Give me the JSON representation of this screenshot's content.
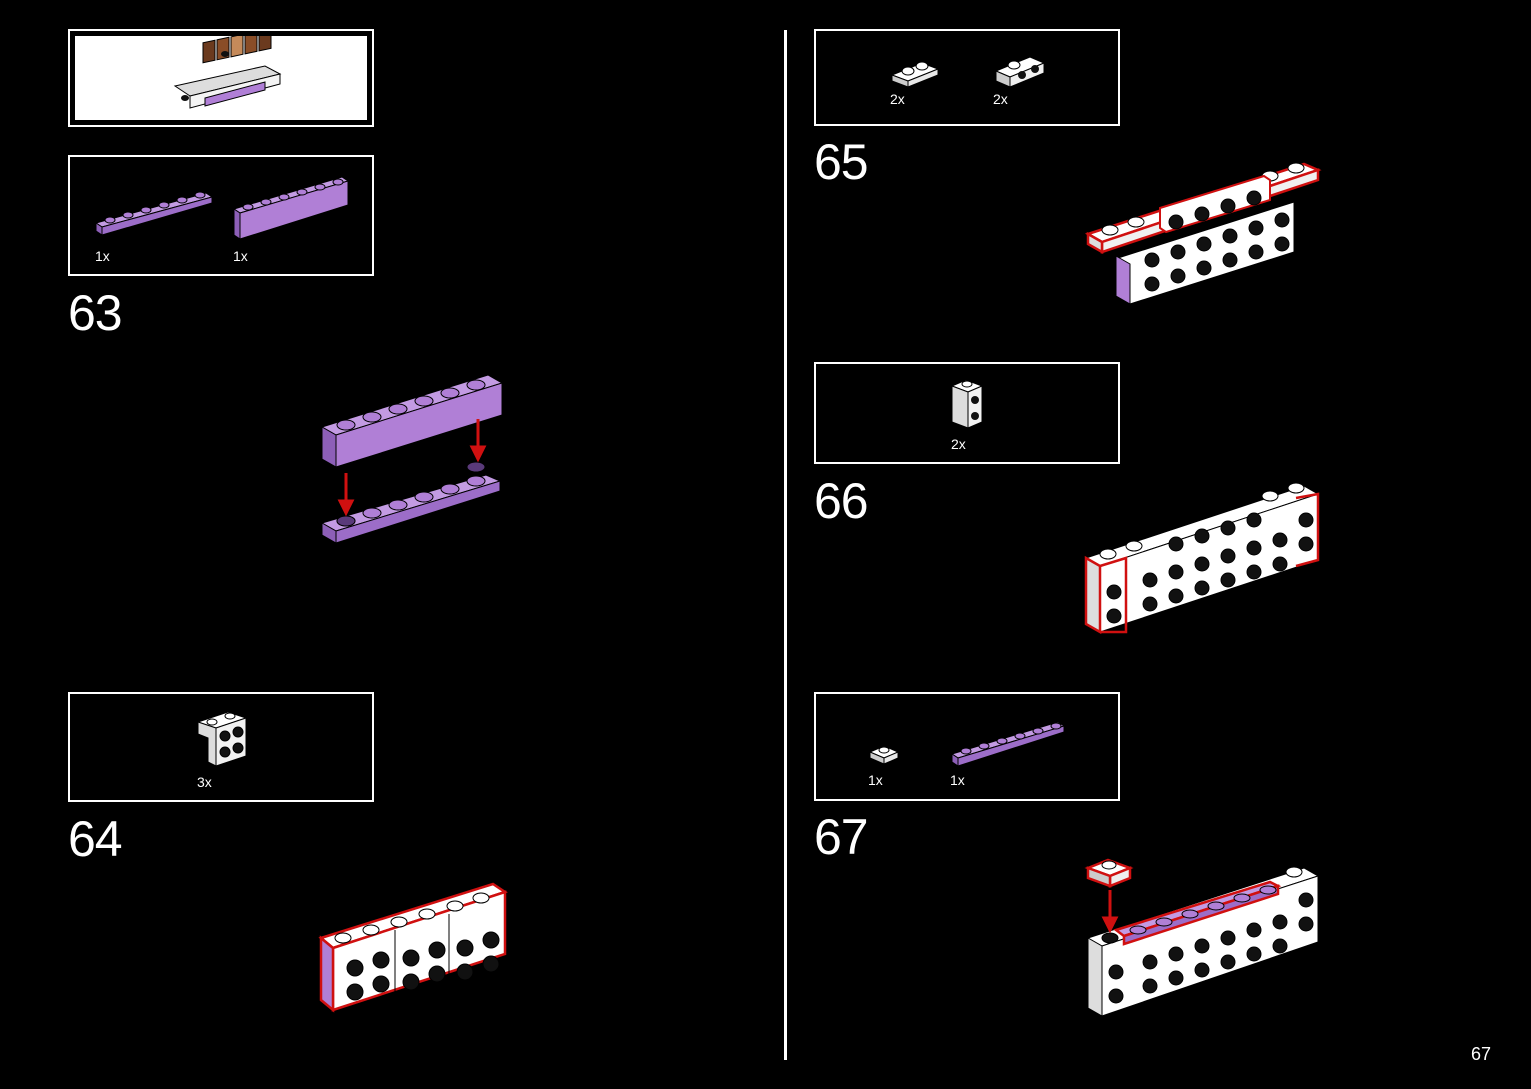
{
  "page_number": "67",
  "colors": {
    "background": "#000000",
    "lavender": "#b07fd6",
    "lavender_dark": "#8d5fb8",
    "white_brick": "#ffffff",
    "highlight": "#d01010",
    "stud": "#111111"
  },
  "steps": [
    {
      "number": "63",
      "parts": [
        {
          "qty": "1x",
          "part": "lavender-plate-1x6-icon"
        },
        {
          "qty": "1x",
          "part": "lavender-brick-1x6-icon"
        }
      ]
    },
    {
      "number": "64",
      "parts": [
        {
          "qty": "3x",
          "part": "white-bracket-icon"
        }
      ]
    },
    {
      "number": "65",
      "parts": [
        {
          "qty": "2x",
          "part": "white-plate-1x2-icon"
        },
        {
          "qty": "2x",
          "part": "white-bracket-plate-icon"
        }
      ]
    },
    {
      "number": "66",
      "parts": [
        {
          "qty": "2x",
          "part": "white-brick-1x1-studs-side-icon"
        }
      ]
    },
    {
      "number": "67",
      "parts": [
        {
          "qty": "1x",
          "part": "white-plate-1x1-icon"
        },
        {
          "qty": "1x",
          "part": "lavender-plate-1x6-icon"
        }
      ]
    }
  ]
}
